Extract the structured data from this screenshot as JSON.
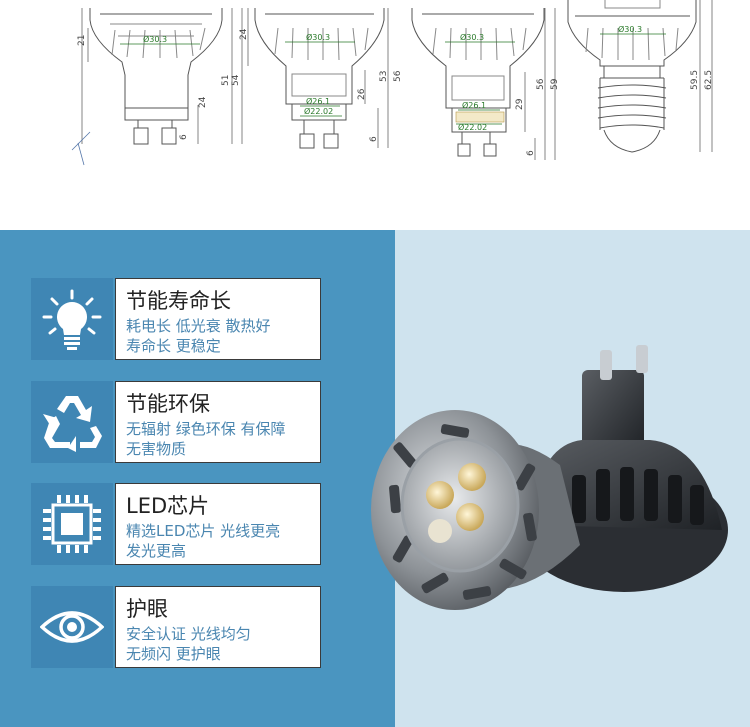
{
  "drawings": {
    "bulb1": {
      "dia_top": "Ø30.3",
      "h_top": "21",
      "h_neck": "24",
      "h_pin": "6",
      "h_total_a": "51",
      "h_total_b": "54"
    },
    "bulb2": {
      "dia_top": "Ø30.3",
      "dia_mid": "Ø26.1",
      "dia_low": "Ø22.02",
      "h_top": "24",
      "h_neck": "26",
      "h_pin": "6",
      "h_total_a": "53",
      "h_total_b": "56"
    },
    "bulb3": {
      "dia_top": "Ø30.3",
      "dia_mid": "Ø26.1",
      "dia_low": "Ø22.02",
      "h_neck": "29",
      "h_pin": "6",
      "h_total_a": "56",
      "h_total_b": "59"
    },
    "bulb4": {
      "dia_top": "Ø30.3",
      "h_total_a": "59.5",
      "h_total_b": "62.5"
    }
  },
  "features": [
    {
      "title": "节能寿命长",
      "desc_line1": "耗电长 低光衰 散热好",
      "desc_line2": "寿命长 更稳定",
      "icon": "bulb-icon"
    },
    {
      "title": "节能环保",
      "desc_line1": "无辐射 绿色环保 有保障",
      "desc_line2": "无害物质",
      "icon": "recycle-icon"
    },
    {
      "title": "LED芯片",
      "desc_line1": "精选LED芯片 光线更亮",
      "desc_line2": "发光更高",
      "icon": "chip-icon"
    },
    {
      "title": "护眼",
      "desc_line1": "安全认证  光线均匀",
      "desc_line2": "无频闪 更护眼",
      "icon": "eye-icon"
    }
  ],
  "colors": {
    "panel_blue": "#4a95c0",
    "icon_blue": "#3f86b4",
    "light_blue": "#cfe3ee",
    "desc_blue": "#4a86b0"
  }
}
